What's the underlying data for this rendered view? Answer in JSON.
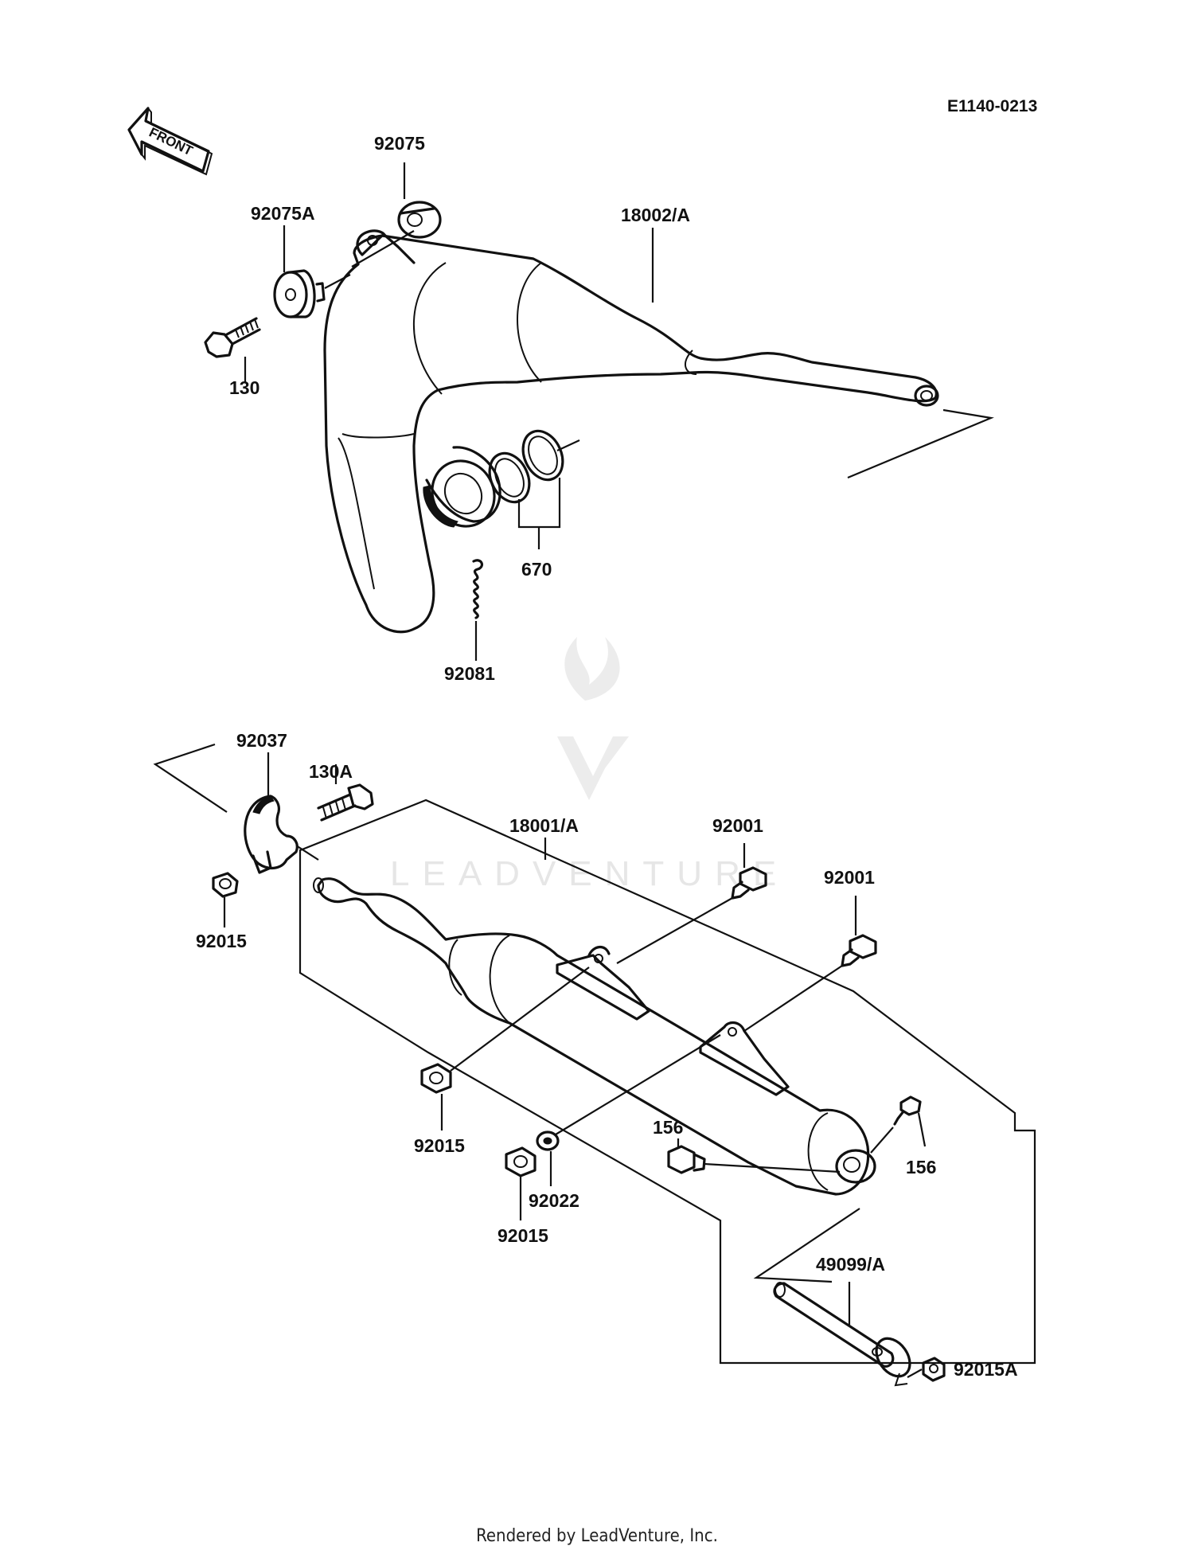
{
  "diagram_code": "E1140-0213",
  "direction_label": "FRONT",
  "footer_text": "Rendered by LeadVenture, Inc.",
  "watermark_text": "LEADVENTURE",
  "parts": {
    "p92075": "92075",
    "p92075A": "92075A",
    "p18002A": "18002/A",
    "p130": "130",
    "p670": "670",
    "p92081": "92081",
    "p92037": "92037",
    "p130A": "130A",
    "p18001A": "18001/A",
    "p92001a": "92001",
    "p92001b": "92001",
    "p92015a": "92015",
    "p92015b": "92015",
    "p92015c": "92015",
    "p92022": "92022",
    "p156a": "156",
    "p156b": "156",
    "p49099A": "49099/A",
    "p92015A": "92015A"
  }
}
